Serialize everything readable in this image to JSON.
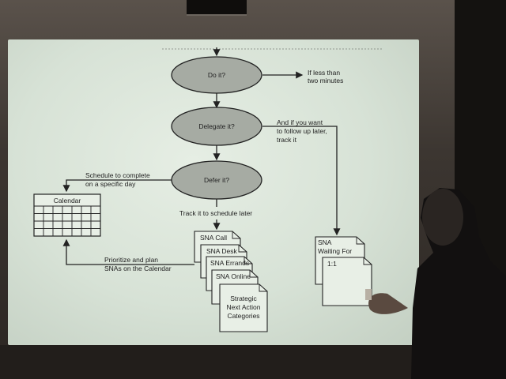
{
  "flow": {
    "do_it": "Do it?",
    "delegate_it": "Delegate it?",
    "defer_it": "Defer it?"
  },
  "notes": {
    "less_than": [
      "If less than",
      "two minutes"
    ],
    "follow_up": [
      "And if you want",
      "to follow up later,",
      "track it"
    ],
    "schedule": [
      "Schedule to complete",
      "on a specific day"
    ],
    "track_later": "Track it to schedule later",
    "prioritize": [
      "Prioritize and plan",
      "SNAs on the Calendar"
    ]
  },
  "calendar": {
    "title": "Calendar"
  },
  "sna_docs": {
    "call": "SNA Call",
    "desk": "SNA Desk",
    "errands": "SNA Errands",
    "online": "SNA Online",
    "strategic": [
      "Strategic",
      "Next Action",
      "Categories"
    ]
  },
  "waiting": {
    "title": [
      "SNA",
      "Waiting For"
    ],
    "one_on_one": "1:1"
  },
  "colors": {
    "ellipse_fill": "#a6aba3",
    "line": "#222222",
    "screen": "#dde7dc"
  }
}
